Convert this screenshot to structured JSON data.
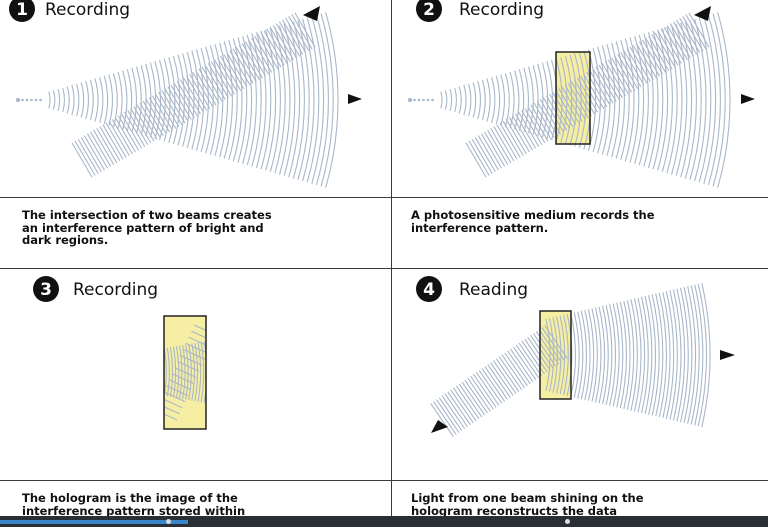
{
  "panels": [
    {
      "number": "1",
      "title": "Recording",
      "caption": "The intersection of two beams creates\nan interference pattern of bright and\ndark regions."
    },
    {
      "number": "2",
      "title": "Recording",
      "caption": "A photosensitive medium records the\ninterference pattern."
    },
    {
      "number": "3",
      "title": "Recording",
      "caption": "The hologram is the image of the\ninterference pattern stored within"
    },
    {
      "number": "4",
      "title": "Reading",
      "caption": "Light from one beam shining on the\nhologram reconstructs the data"
    }
  ],
  "colors": {
    "wave_lines": "#a9b7c9",
    "medium_fill": "#f6efa3",
    "medium_stroke": "#222222",
    "grid_lines": "#3a3a3a",
    "arrow": "#111111"
  },
  "icons": [
    "direction-arrow-icon"
  ]
}
